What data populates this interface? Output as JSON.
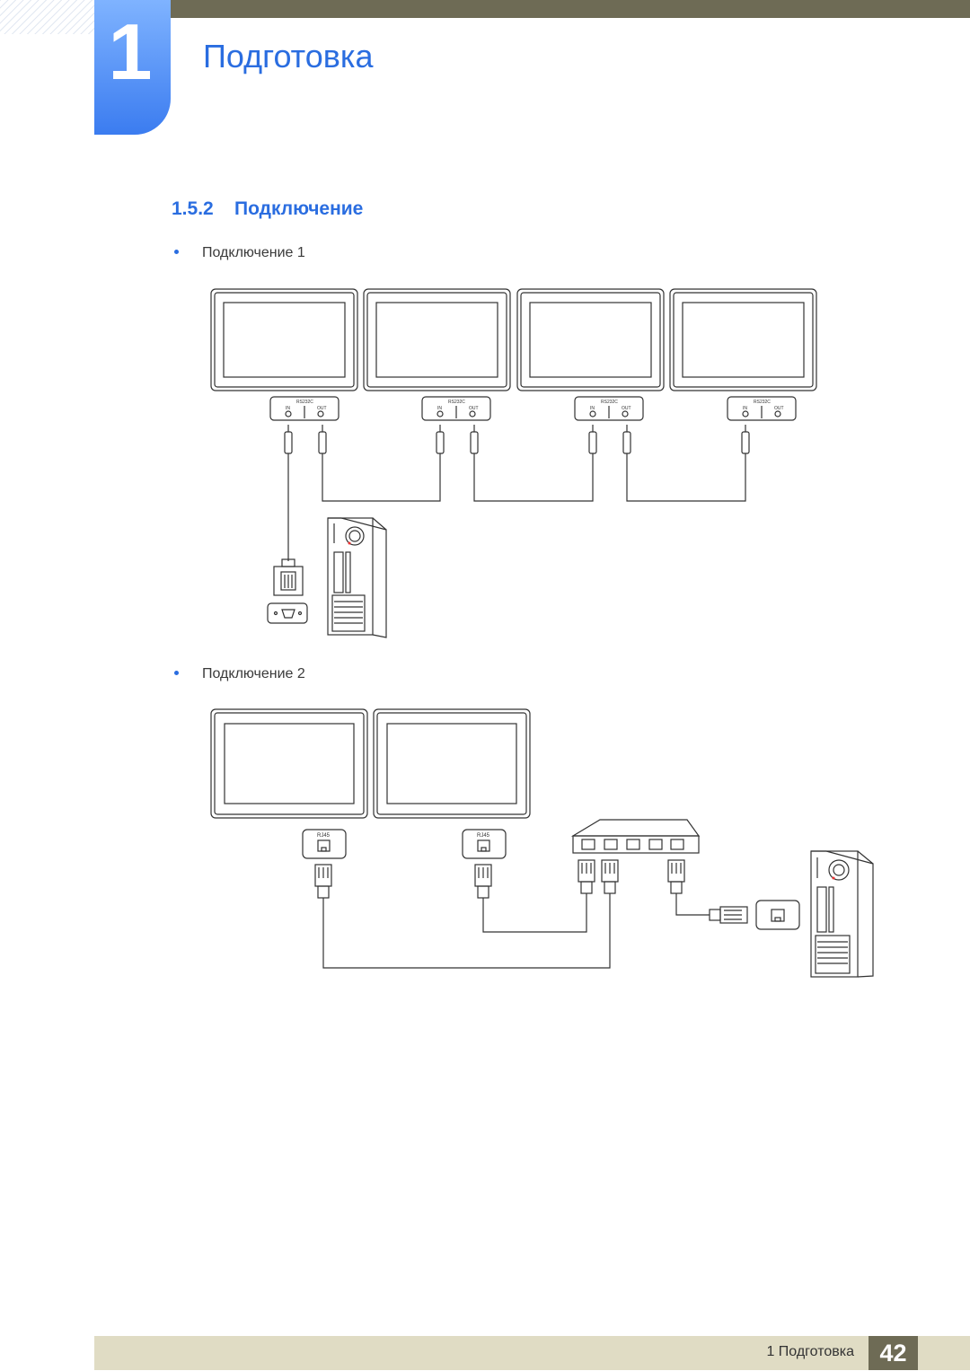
{
  "header": {
    "chapter_number": "1",
    "chapter_title": "Подготовка"
  },
  "section": {
    "number": "1.5.2",
    "title": "Подключение"
  },
  "connections": [
    {
      "label": "Подключение 1"
    },
    {
      "label": "Подключение 2"
    }
  ],
  "diagram1": {
    "port_group_label": "RS232C",
    "in_label": "IN",
    "out_label": "OUT"
  },
  "diagram2": {
    "port_label": "RJ45"
  },
  "footer": {
    "chapter_ref": "1 Подготовка",
    "page_number": "42"
  },
  "colors": {
    "accent_blue": "#2a6de0",
    "header_bar": "#6e6b55",
    "footer_bar": "#e0dcc4"
  }
}
